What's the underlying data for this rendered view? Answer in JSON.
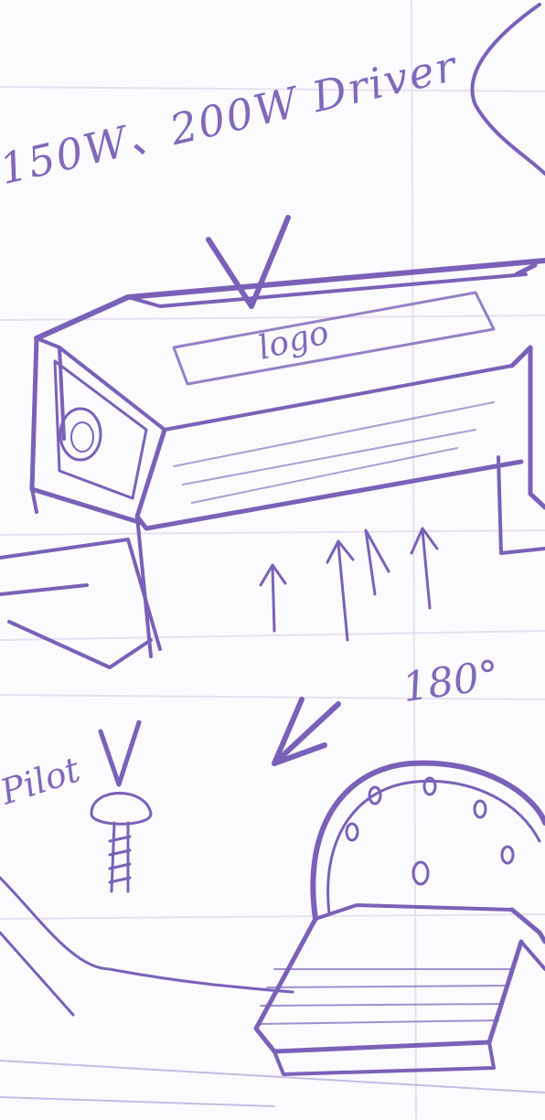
{
  "annotations": {
    "power_label": "150W、200W Driver",
    "logo_label": "logo",
    "rotation_label": "180°",
    "pilot_label": "Pilot"
  },
  "colors": {
    "paper": "#fbfafd",
    "pencil": "#7a61b8",
    "ruling": "#e6e0ef"
  }
}
